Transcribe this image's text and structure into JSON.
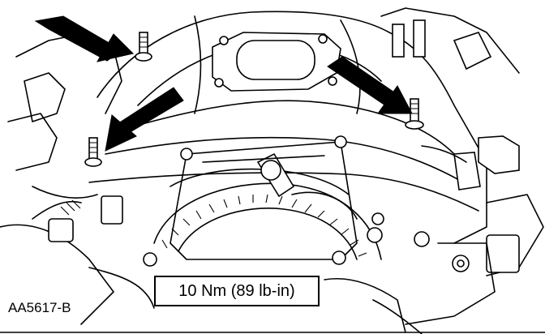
{
  "figure": {
    "code": "AA5617-B",
    "torque_spec": "10 Nm (89 lb-in)",
    "colors": {
      "line": "#000000",
      "background": "#ffffff"
    },
    "callout_count": 3
  }
}
